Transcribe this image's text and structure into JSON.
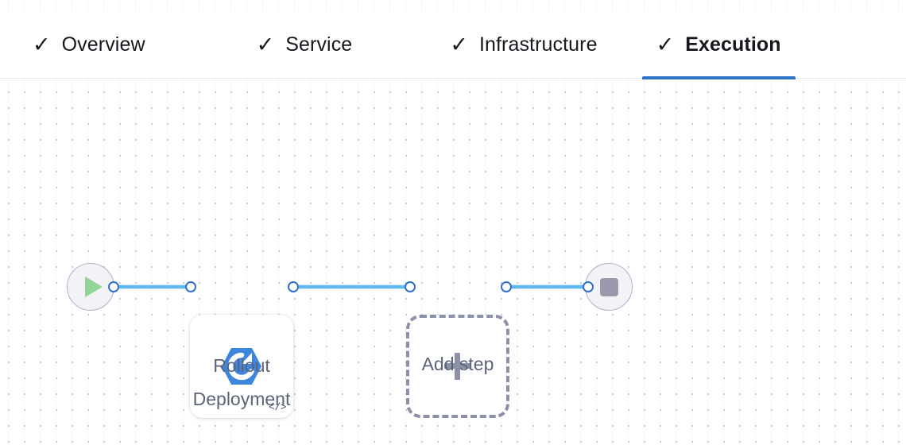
{
  "tabs": [
    {
      "label": "Overview",
      "icon": "check-icon",
      "complete": true,
      "active": false
    },
    {
      "label": "Service",
      "icon": "check-icon",
      "complete": true,
      "active": false
    },
    {
      "label": "Infrastructure",
      "icon": "check-icon",
      "complete": true,
      "active": false
    },
    {
      "label": "Execution",
      "icon": "check-icon",
      "complete": true,
      "active": true
    }
  ],
  "tab_icon_glyph": "✓",
  "colors": {
    "active_tab_underline": "#2f73c8",
    "edge": "#5fb8f0",
    "port_ring": "#2f6fd0",
    "start_glyph": "#92d596",
    "stop_glyph": "#9b99ae",
    "terminal_fill": "#f3f2f7",
    "terminal_border": "#b3b1c4",
    "add_step_border": "#8c90a8",
    "step_icon": "#3e85dd",
    "label_text": "#5b6478"
  },
  "pipeline": {
    "start_node": {
      "name": "start-node",
      "icon": "play-icon"
    },
    "steps": [
      {
        "name": "rollout-deployment-step",
        "label": "Rollout\nDeployment",
        "icon": "rollout-deployment-icon",
        "badge_icon": "code-icon",
        "badge_glyph": "</>"
      }
    ],
    "add_step": {
      "name": "add-step-node",
      "label": "Add step",
      "icon": "plus-icon"
    },
    "end_node": {
      "name": "end-node",
      "icon": "stop-icon"
    }
  }
}
